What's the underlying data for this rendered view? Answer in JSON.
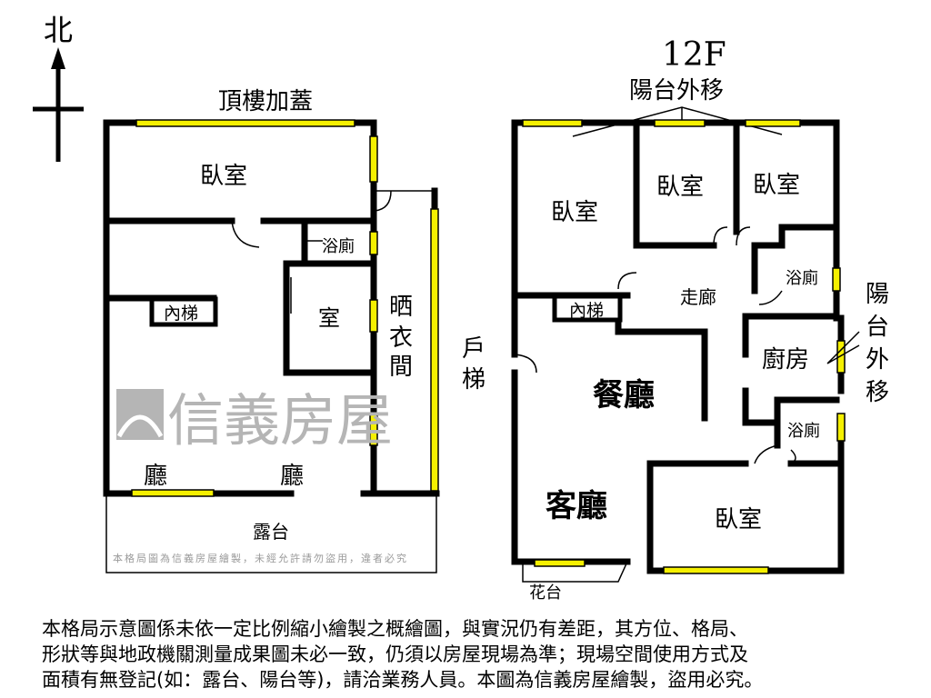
{
  "compass": {
    "north": "北"
  },
  "left_plan": {
    "title": "頂樓加蓋",
    "rooms": {
      "bedroom": "臥室",
      "bathroom": "浴廁",
      "stairs": "內梯",
      "room": "室",
      "laundry": [
        "晒",
        "衣",
        "間"
      ],
      "hall_left": "廳",
      "hall_right": "廳",
      "terrace": "露台"
    }
  },
  "right_plan": {
    "floor": "12F",
    "balcony_top": "陽台外移",
    "balcony_right": [
      "陽",
      "台",
      "外",
      "移"
    ],
    "rooms": {
      "bedroom1": "臥室",
      "bedroom2": "臥室",
      "bedroom3": "臥室",
      "corridor": "走廊",
      "bathroom1": "浴廁",
      "bathroom2": "浴廁",
      "stairs": "內梯",
      "entrance": [
        "戶",
        "梯"
      ],
      "kitchen": "廚房",
      "dining": "餐廳",
      "living": "客廳",
      "bedroom4": "臥室",
      "planter": "花台"
    }
  },
  "watermark": {
    "brand": "信義房屋",
    "notice": "本格局圖為信義房屋繪製，未經允許請勿盜用，違者必究"
  },
  "disclaimer": [
    "本格局示意圖係未依一定比例縮小繪製之概繪圖，與實況仍有差距，其方位、格局、",
    "形狀等與地政機關測量成果圖未必一致，仍須以房屋現場為準；現場空間使用方式及",
    "面積有無登記(如：露台、陽台等)，請洽業務人員。本圖為信義房屋繪製，盜用必究。"
  ],
  "colors": {
    "window": "#f5f000",
    "wall": "#000000",
    "watermark": "#9a9a9a"
  }
}
